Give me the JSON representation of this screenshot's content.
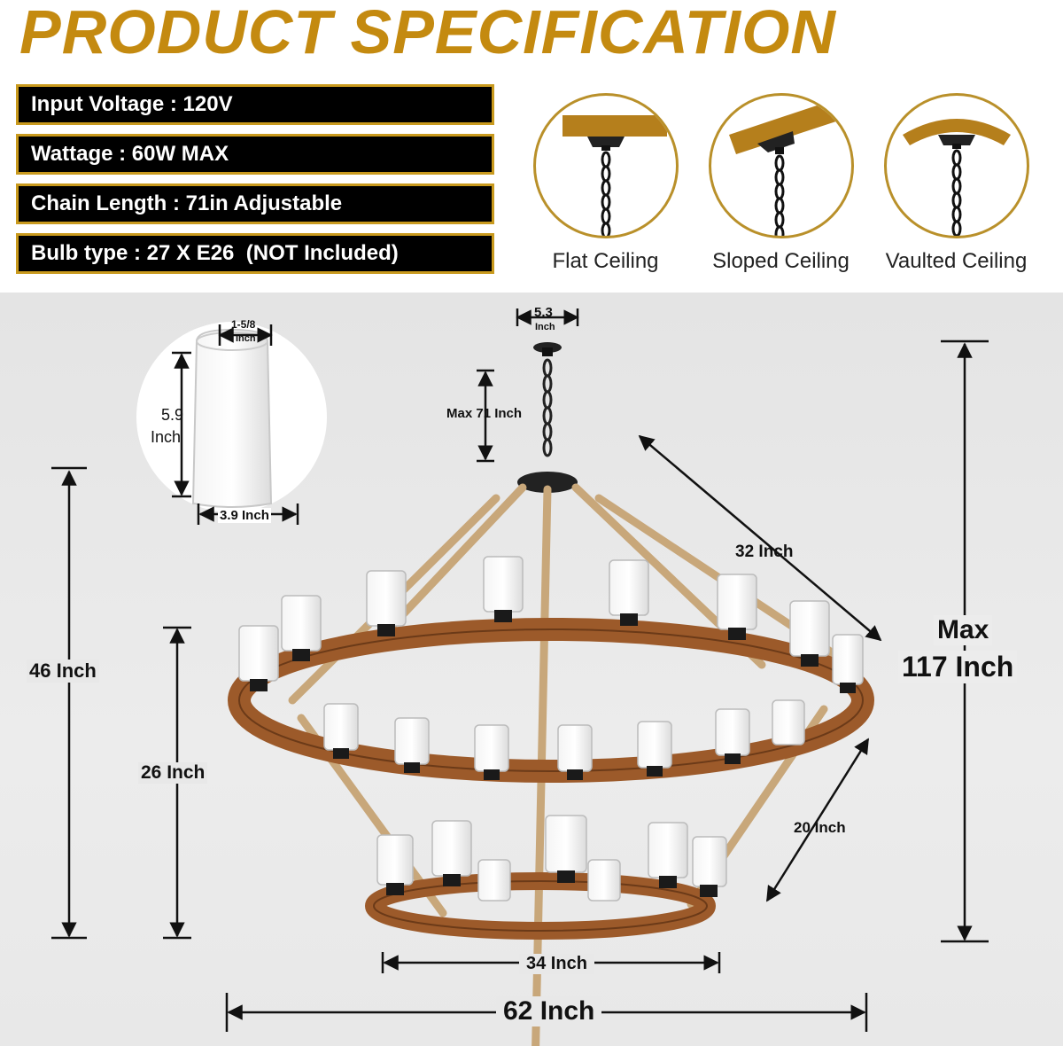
{
  "title": "PRODUCT SPECIFICATION",
  "specs": [
    "Input Voltage : 120V",
    "Wattage : 60W MAX",
    "Chain Length : 71in Adjustable",
    "Bulb type : 27 X E26  (NOT Included)"
  ],
  "ceilings": [
    "Flat Ceiling",
    "Sloped Ceiling",
    "Vaulted Ceiling"
  ],
  "colors": {
    "title": "#c48a10",
    "spec_border": "#c99a1e",
    "wood": "#9c5a2a",
    "rope": "#c8a77a"
  },
  "dimensions": {
    "canopy_w": "5.3",
    "canopy_unit": "Inch",
    "glass_top_w": "1-5/8",
    "glass_top_unit": "Inch",
    "glass_h": "5.9",
    "glass_h_unit": "Inch",
    "glass_w": "3.9 Inch",
    "chain": "Max 71 Inch",
    "diag_top": "32 Inch",
    "max_label": "Max",
    "max_value": "117 Inch",
    "height_total": "46 Inch",
    "height_upper": "26 Inch",
    "diag_bottom": "20 Inch",
    "bottom_w": "34 Inch",
    "total_w": "62 Inch"
  }
}
